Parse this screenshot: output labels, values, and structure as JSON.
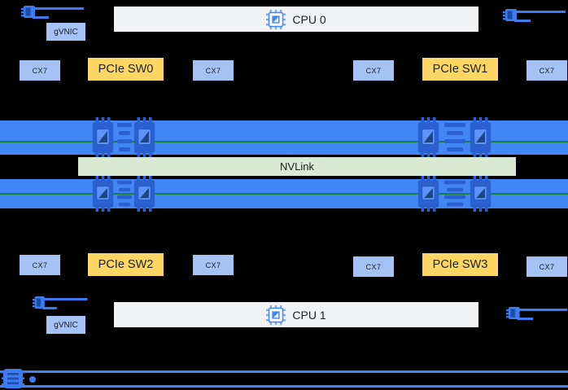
{
  "nodes": {
    "cpu0": "CPU 0",
    "cpu1": "CPU 1",
    "nvlink": "NVLink",
    "pcie_sw": [
      "PCIe SW0",
      "PCIe SW1",
      "PCIe SW2",
      "PCIe SW3"
    ],
    "nic_top": [
      "CX7",
      "CX7",
      "CX7",
      "CX7"
    ],
    "nic_bottom": [
      "CX7",
      "CX7",
      "CX7",
      "CX7"
    ],
    "gvnic_top": "gVNIC",
    "gvnic_bottom": "gVNIC"
  },
  "icons": {
    "cpu": "cpu-chip-icon",
    "gpu": "gpu-chip-icon",
    "nic_port": "nic-port-icon",
    "switch": "network-switch-icon"
  },
  "colors": {
    "background": "#000000",
    "gpu-band": "#4285F4",
    "gpu-chip": "#2A5FD0",
    "gpu-chip-inner": "#5B93F6",
    "nvlink-bar": "#D9EAD3",
    "nvlink-text": "#202124",
    "green-line": "#188038",
    "pcie-box": "#FDD663",
    "nic-box": "#A4C2F4",
    "cpu-box": "#F1F3F4",
    "box-text": "#202124",
    "link-blue": "#3E7BF0",
    "link-dark": "#174EA6"
  }
}
